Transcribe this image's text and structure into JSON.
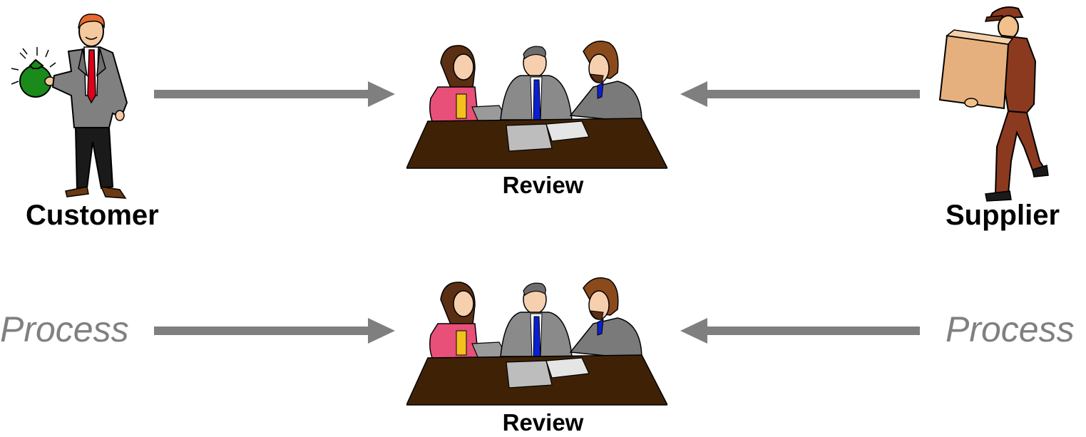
{
  "actors": {
    "customer": {
      "label": "Customer",
      "icon": "businessman-holding-money-bag-icon"
    },
    "supplier": {
      "label": "Supplier",
      "icon": "delivery-man-carrying-box-icon"
    }
  },
  "reviews": [
    {
      "label": "Review",
      "icon": "meeting-at-table-icon"
    },
    {
      "label": "Review",
      "icon": "meeting-at-table-icon"
    }
  ],
  "process": {
    "left_label": "Process",
    "right_label": "Process"
  },
  "colors": {
    "arrow": "#7f7f7f",
    "process_text": "#808080",
    "table": "#3f2206",
    "money_bag": "#1a8a1a"
  }
}
